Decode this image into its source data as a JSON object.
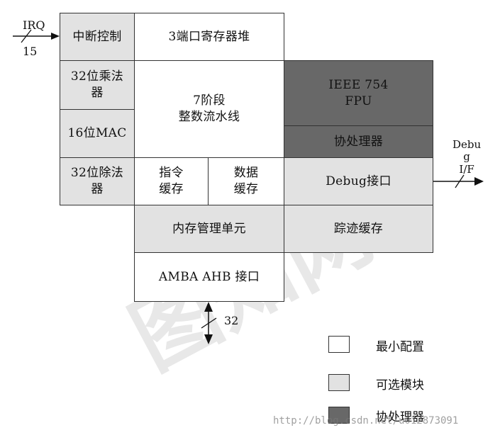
{
  "blocks": {
    "interrupt_control": "中断控制",
    "register_heap": "3端口寄存器堆",
    "mult32": "32位乘法\n器",
    "pipeline": "7阶段\n整数流水线",
    "ieee_fpu": "IEEE 754\nFPU",
    "mac16": "16位MAC",
    "coprocessor": "协处理器",
    "div32": "32位除法\n器",
    "icache": "指令\n缓存",
    "dcache": "数据\n缓存",
    "debug_interface": "Debug接口",
    "mmu": "内存管理单元",
    "trace_buffer": "踪迹缓存",
    "amba_ahb": "AMBA AHB 接口"
  },
  "signals": {
    "irq_label": "IRQ",
    "irq_width": "15",
    "debug_label": "Debu\ng\nI/F",
    "bus_width": "32"
  },
  "legend": {
    "minimal": "最小配置",
    "optional": "可选模块",
    "coprocessor": "协处理器"
  },
  "watermark": {
    "site": "图知网",
    "url": "http://blog.csdn.net/u012873091"
  },
  "colors": {
    "minimal": "#ffffff",
    "optional": "#e2e2e2",
    "coprocessor": "#686868"
  }
}
